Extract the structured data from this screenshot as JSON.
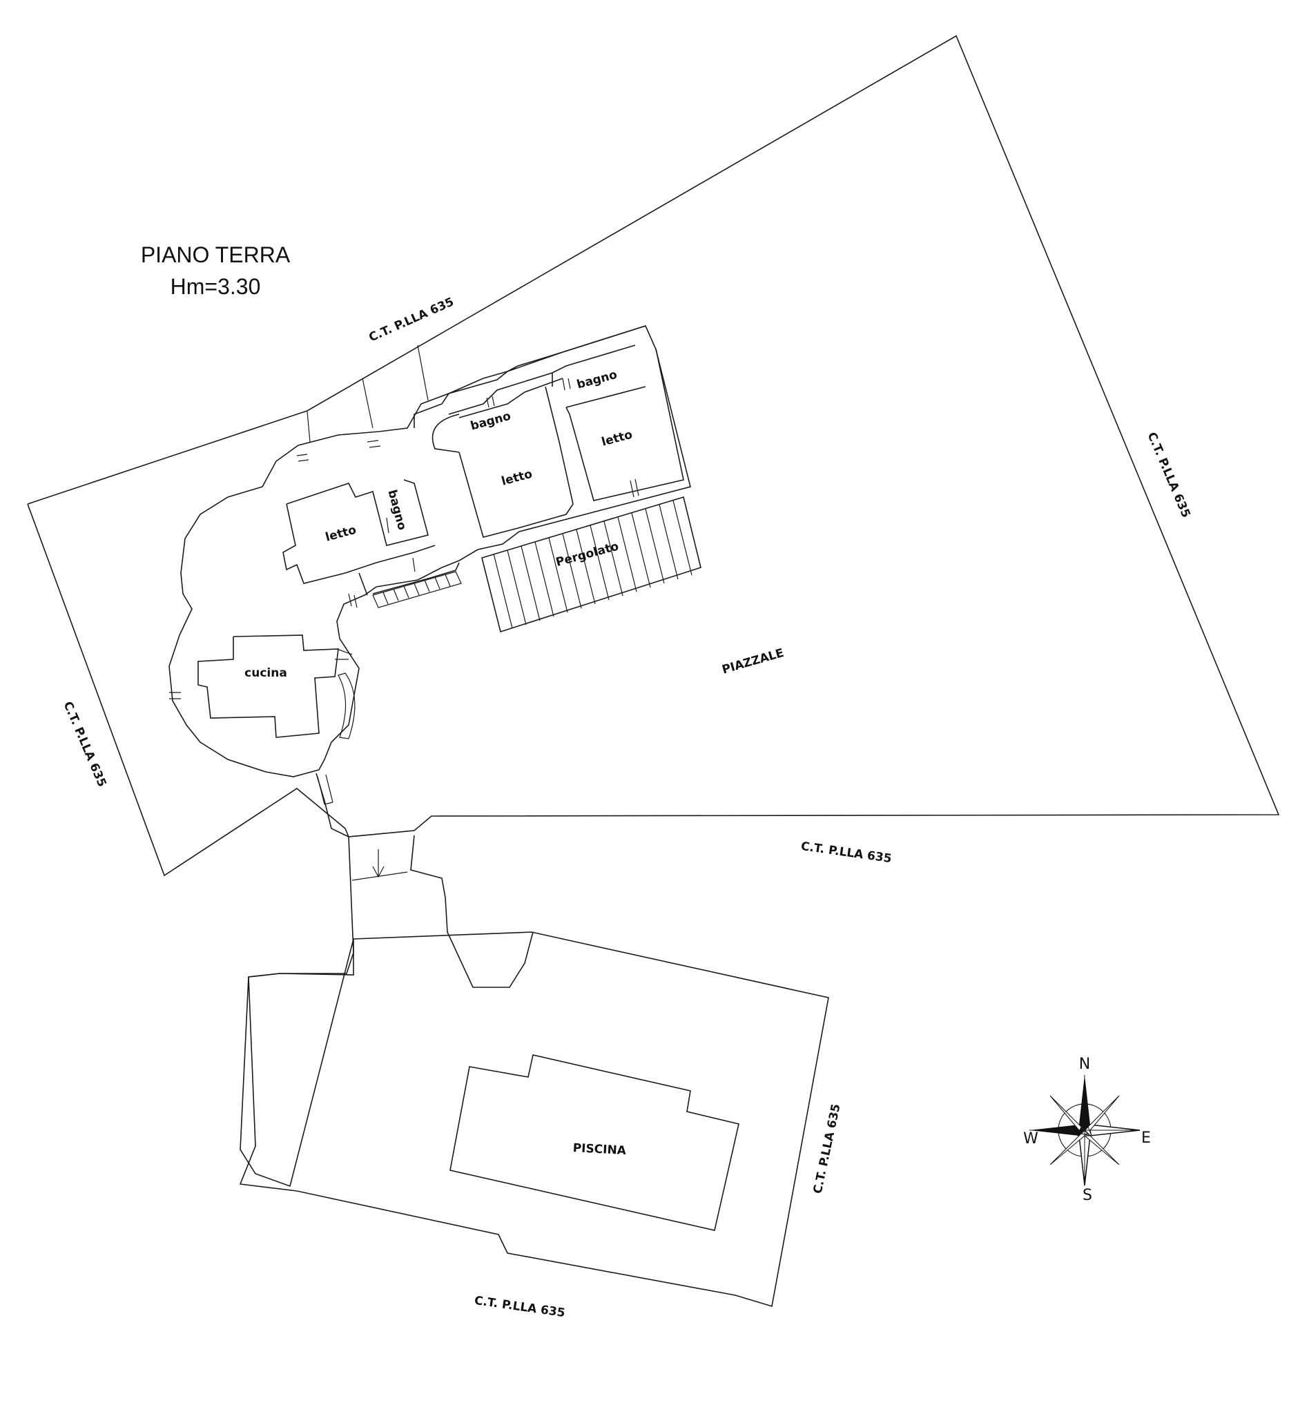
{
  "title": {
    "line1": "PIANO TERRA",
    "line2": "Hm=3.30"
  },
  "parcel_labels": {
    "top": "C.T. P.LLA 635",
    "right": "C.T. P.LLA 635",
    "left": "C.T. P.LLA 635",
    "middle": "C.T. P.LLA 635",
    "pool_right": "C.T. P.LLA 635",
    "bottom": "C.T. P.LLA 635"
  },
  "rooms": {
    "bagno_1": "bagno",
    "bagno_2": "bagno",
    "bagno_3": "bagno",
    "letto_1": "letto",
    "letto_2": "letto",
    "letto_3": "letto",
    "pergolato": "Pergolato",
    "cucina": "cucina",
    "piazzale": "PIAZZALE",
    "piscina": "PISCINA"
  },
  "compass": {
    "n": "N",
    "s": "S",
    "e": "E",
    "w": "W"
  }
}
